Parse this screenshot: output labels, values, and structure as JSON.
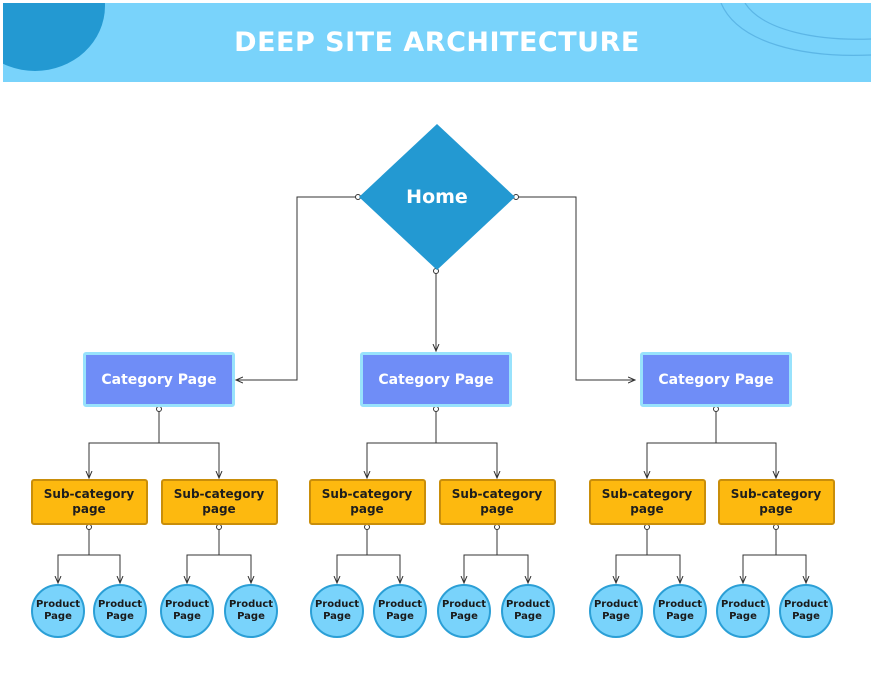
{
  "header": {
    "title": "DEEP SITE ARCHITECTURE"
  },
  "colors": {
    "header_bg": "#79d3fb",
    "home": "#2399d2",
    "category": "#6f8df7",
    "subcategory": "#fdb90f",
    "product": "#79d3fb"
  },
  "diagram": {
    "home": {
      "label": "Home"
    },
    "categories": [
      {
        "label": "Category Page",
        "subcategories": [
          {
            "label": "Sub-category page",
            "products": [
              "Product Page",
              "Product Page"
            ]
          },
          {
            "label": "Sub-category page",
            "products": [
              "Product Page",
              "Product Page"
            ]
          }
        ]
      },
      {
        "label": "Category Page",
        "subcategories": [
          {
            "label": "Sub-category page",
            "products": [
              "Product Page",
              "Product Page"
            ]
          },
          {
            "label": "Sub-category page",
            "products": [
              "Product Page",
              "Product Page"
            ]
          }
        ]
      },
      {
        "label": "Category Page",
        "subcategories": [
          {
            "label": "Sub-category page",
            "products": [
              "Product Page",
              "Product Page"
            ]
          },
          {
            "label": "Sub-category page",
            "products": [
              "Product Page",
              "Product Page"
            ]
          }
        ]
      }
    ]
  }
}
